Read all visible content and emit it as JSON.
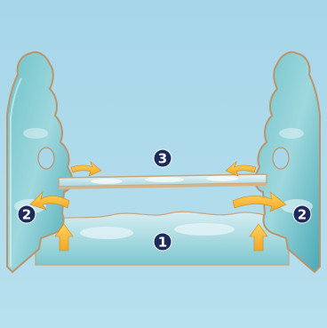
{
  "steps": [
    {
      "number": "1",
      "part": "base-panel"
    },
    {
      "number": "2",
      "part": "side-panel-left"
    },
    {
      "number": "2",
      "part": "side-panel-right"
    },
    {
      "number": "3",
      "part": "shelf-board"
    }
  ],
  "colors": {
    "background": "#a9d6e8",
    "panel_teal": "#5ab7c0",
    "panel_light": "#bfe6ec",
    "board_edge": "#d6b48a",
    "arrow": "#f5b83a",
    "badge": "#1c2a5c"
  },
  "icons": [
    "arrow-curved-right",
    "arrow-curved-left",
    "arrow-up"
  ]
}
